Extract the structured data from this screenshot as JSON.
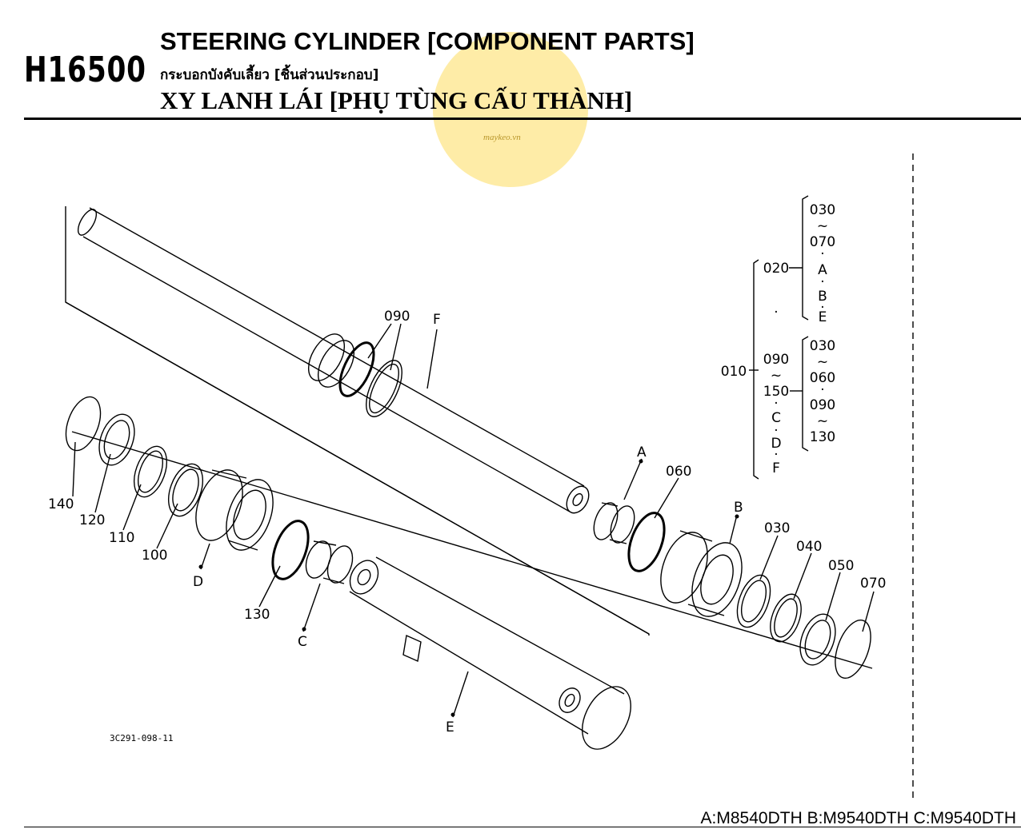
{
  "header": {
    "section_code": "H16500",
    "title_en": "STEERING CYLINDER [COMPONENT PARTS]",
    "title_th": "กระบอกบังคับเลี้ยว [ชิ้นส่วนประกอบ]",
    "title_vi": "XY LANH LÁI [PHỤ TÙNG CẤU THÀNH]"
  },
  "watermark": {
    "text": "maykeo.vn",
    "color": "#fde68a"
  },
  "figure_number": "3C291-098-11",
  "model_note": "A:M8540DTH B:M9540DTH C:M9540DTH",
  "callouts": {
    "p090_top": "090",
    "F": "F",
    "A": "A",
    "p060": "060",
    "B": "B",
    "p030": "030",
    "p040": "040",
    "p050": "050",
    "p070": "070",
    "p140": "140",
    "p120": "120",
    "p110": "110",
    "p100": "100",
    "D": "D",
    "p130": "130",
    "C": "C",
    "E": "E"
  },
  "assembly_tree": {
    "g1": [
      "030",
      "~",
      "070",
      "·",
      "A",
      "·",
      "B",
      "·",
      "E"
    ],
    "n020": "020",
    "dot": "·",
    "n010": "010",
    "g2": [
      "090",
      "~",
      "150",
      "·",
      "C",
      "·",
      "D",
      "·",
      "F"
    ],
    "g3": [
      "030",
      "~",
      "060",
      "·",
      "090",
      "~",
      "130"
    ]
  }
}
